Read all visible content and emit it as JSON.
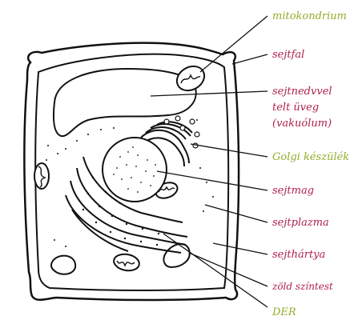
{
  "colors": {
    "outline": "#111111",
    "label_red": "#b0204a",
    "label_green": "#8fae2a",
    "label_dark": "#b0204a"
  },
  "labels": {
    "mitokondrium": "mitokondrium",
    "sejtfal": "sejtfal",
    "vakuolum_line1": "sejtnedvvel",
    "vakuolum_line2": "telt üveg",
    "vakuolum_line3": "(vakuólum)",
    "golgi": "Golgi készülék",
    "sejtmag": "sejtmag",
    "sejtplazma": "sejtplazma",
    "sejthartya": "sejthártya",
    "zold_szintest": "zöld színtest",
    "der": "DER"
  }
}
